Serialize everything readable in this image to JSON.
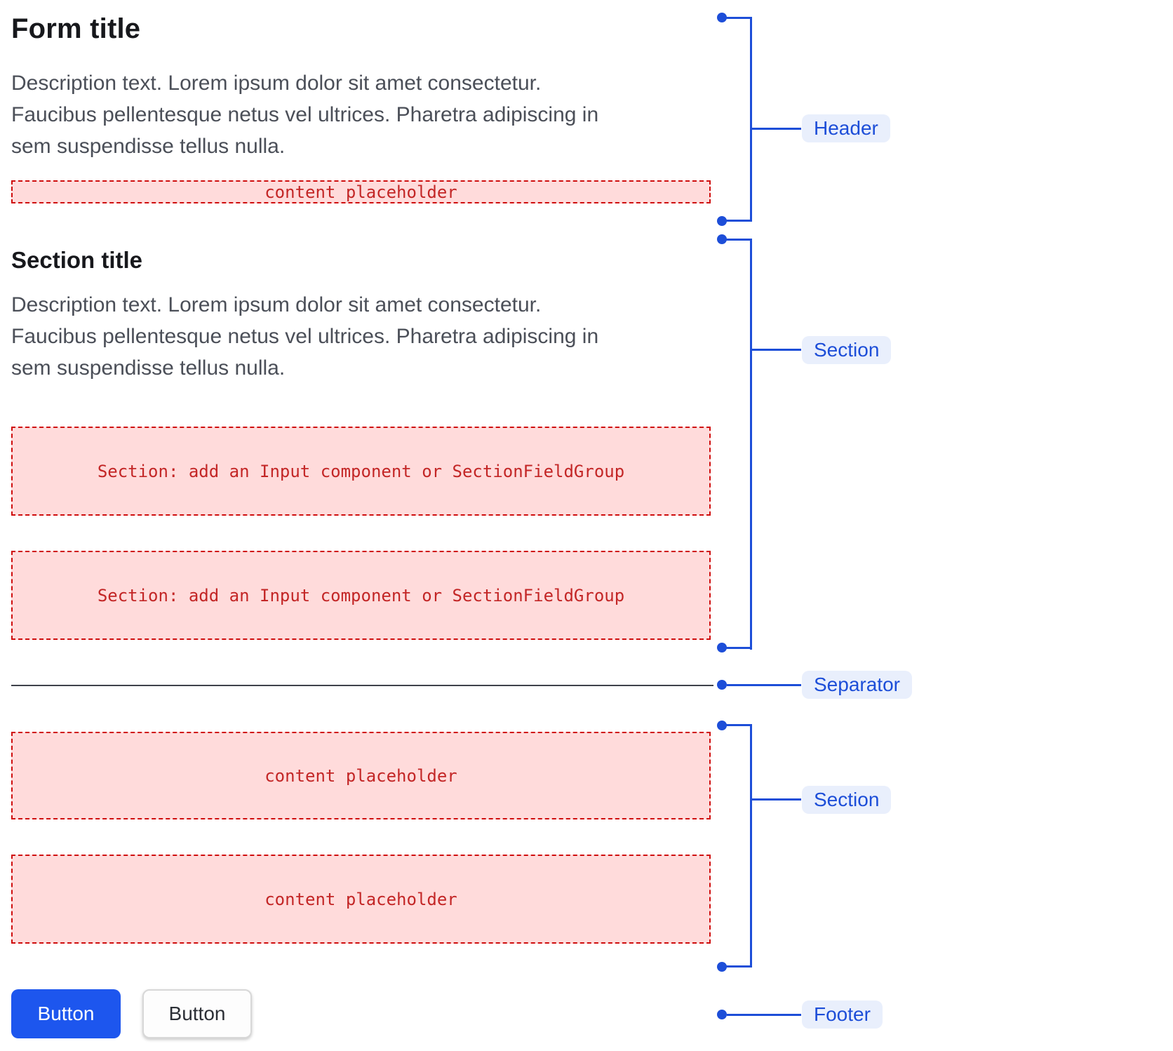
{
  "form": {
    "title": "Form title",
    "description_lines": [
      "Description text. Lorem ipsum dolor sit amet consectetur.",
      "Faucibus pellentesque netus vel ultrices. Pharetra adipiscing in",
      "sem suspendisse tellus nulla."
    ],
    "header_placeholder": "content placeholder",
    "section": {
      "title": "Section title",
      "description_lines": [
        "Description text. Lorem ipsum dolor sit amet consectetur.",
        "Faucibus pellentesque netus vel ultrices. Pharetra adipiscing in",
        "sem suspendisse tellus nulla."
      ],
      "slots": [
        "Section: add an Input component or SectionFieldGroup",
        "Section: add an Input component or SectionFieldGroup"
      ]
    },
    "section2": {
      "placeholders": [
        "content placeholder",
        "content placeholder"
      ]
    },
    "footer": {
      "primary_button_label": "Button",
      "secondary_button_label": "Button"
    }
  },
  "annotations": {
    "items": [
      {
        "label": "Header"
      },
      {
        "label": "Section"
      },
      {
        "label": "Separator"
      },
      {
        "label": "Section"
      },
      {
        "label": "Footer"
      }
    ]
  },
  "colors": {
    "annotation_blue": "#1d4ed8",
    "annotation_label_bg": "#e9effc",
    "placeholder_bg": "#ffdbdb",
    "placeholder_border": "#cf0d0d",
    "placeholder_text": "#c32626",
    "primary_button_bg": "#1d56ee",
    "primary_button_text": "#ffffff",
    "secondary_button_bg": "#fdfdfd",
    "secondary_button_text": "#2c2f36",
    "title_text": "#17181c",
    "description_text": "#4b4f58",
    "separator_line": "#3e414a"
  }
}
